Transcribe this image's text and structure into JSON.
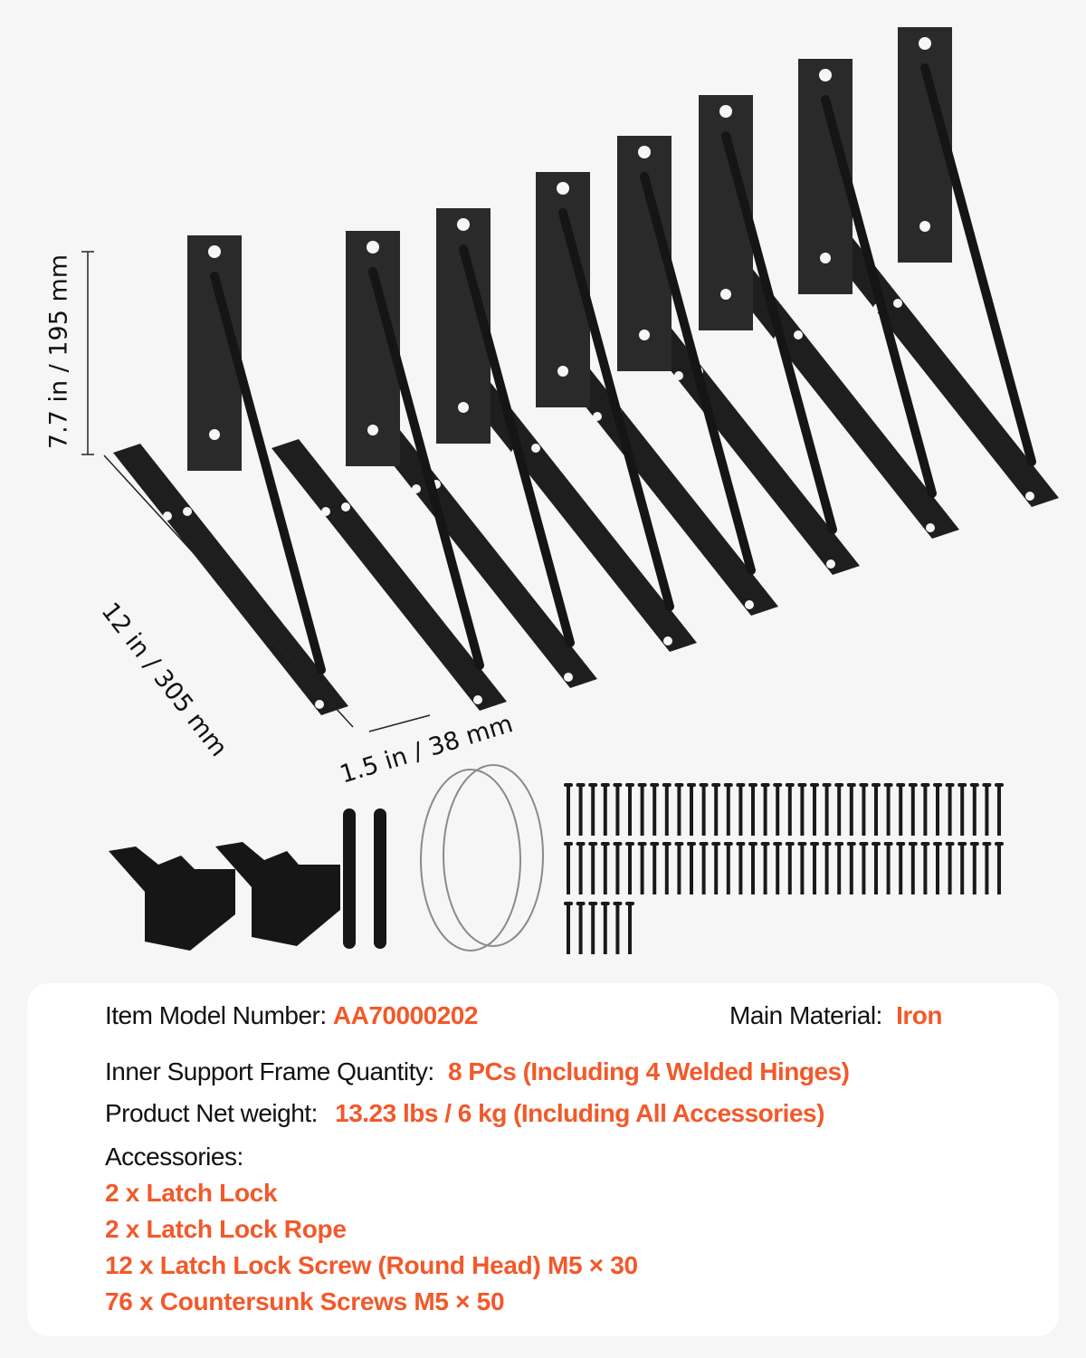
{
  "dimensions": {
    "height": "7.7 in / 195 mm",
    "length": "12 in / 305 mm",
    "width": "1.5 in / 38 mm"
  },
  "product_image": {
    "bracket_count": 8,
    "accessories_shown": [
      "latch-lock",
      "latch-lock",
      "latch-handle",
      "latch-handle",
      "lock-rope",
      "lock-rope"
    ],
    "screw_rows": [
      36,
      36,
      6
    ]
  },
  "specs": {
    "model_label": "Item Model Number:",
    "model_value": "AA70000202",
    "material_label": "Main Material:",
    "material_value": "Iron",
    "quantity_label": "Inner Support Frame Quantity:",
    "quantity_value": "8 PCs (Including 4 Welded Hinges)",
    "weight_label": "Product Net weight:",
    "weight_value": "13.23 lbs / 6 kg (Including All Accessories)",
    "accessories_label": "Accessories:",
    "accessories": [
      "2 x Latch Lock",
      "2 x Latch Lock Rope",
      "12 x Latch Lock Screw (Round Head) M5 × 30",
      "76 x Countersunk Screws M5 × 50"
    ]
  },
  "colors": {
    "accent": "#f2592a",
    "background": "#f6f6f6",
    "card": "#ffffff",
    "metal": "#1c1c1c"
  }
}
